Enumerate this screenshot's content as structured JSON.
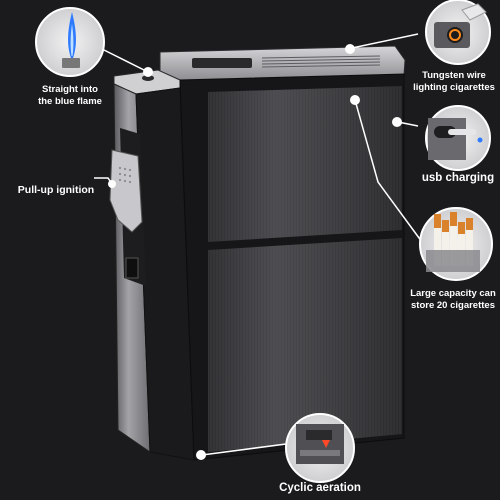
{
  "labels": {
    "flame": [
      "Straight into",
      "the blue flame"
    ],
    "tungsten": [
      "Tungsten wire",
      "lighting cigarettes"
    ],
    "usb": "usb charging",
    "pullup": "Pull-up ignition",
    "capacity": [
      "Large capacity can",
      "store 20 cigarettes"
    ],
    "aeration": "Cyclic aeration"
  },
  "icons": {
    "flame": "blue-jet-flame-icon",
    "tungsten": "tungsten-coil-icon",
    "usb": "usb-port-icon",
    "capacity": "cigarettes-icon",
    "aeration": "air-vent-icon"
  },
  "colors": {
    "background": "#1b1b1d",
    "case_body": "#3c3c3f",
    "lighter_side": "#8c8c90",
    "flame_blue": "#2f7bff",
    "cigarette_filter": "#d9822b",
    "label_text": "#ffffff"
  }
}
